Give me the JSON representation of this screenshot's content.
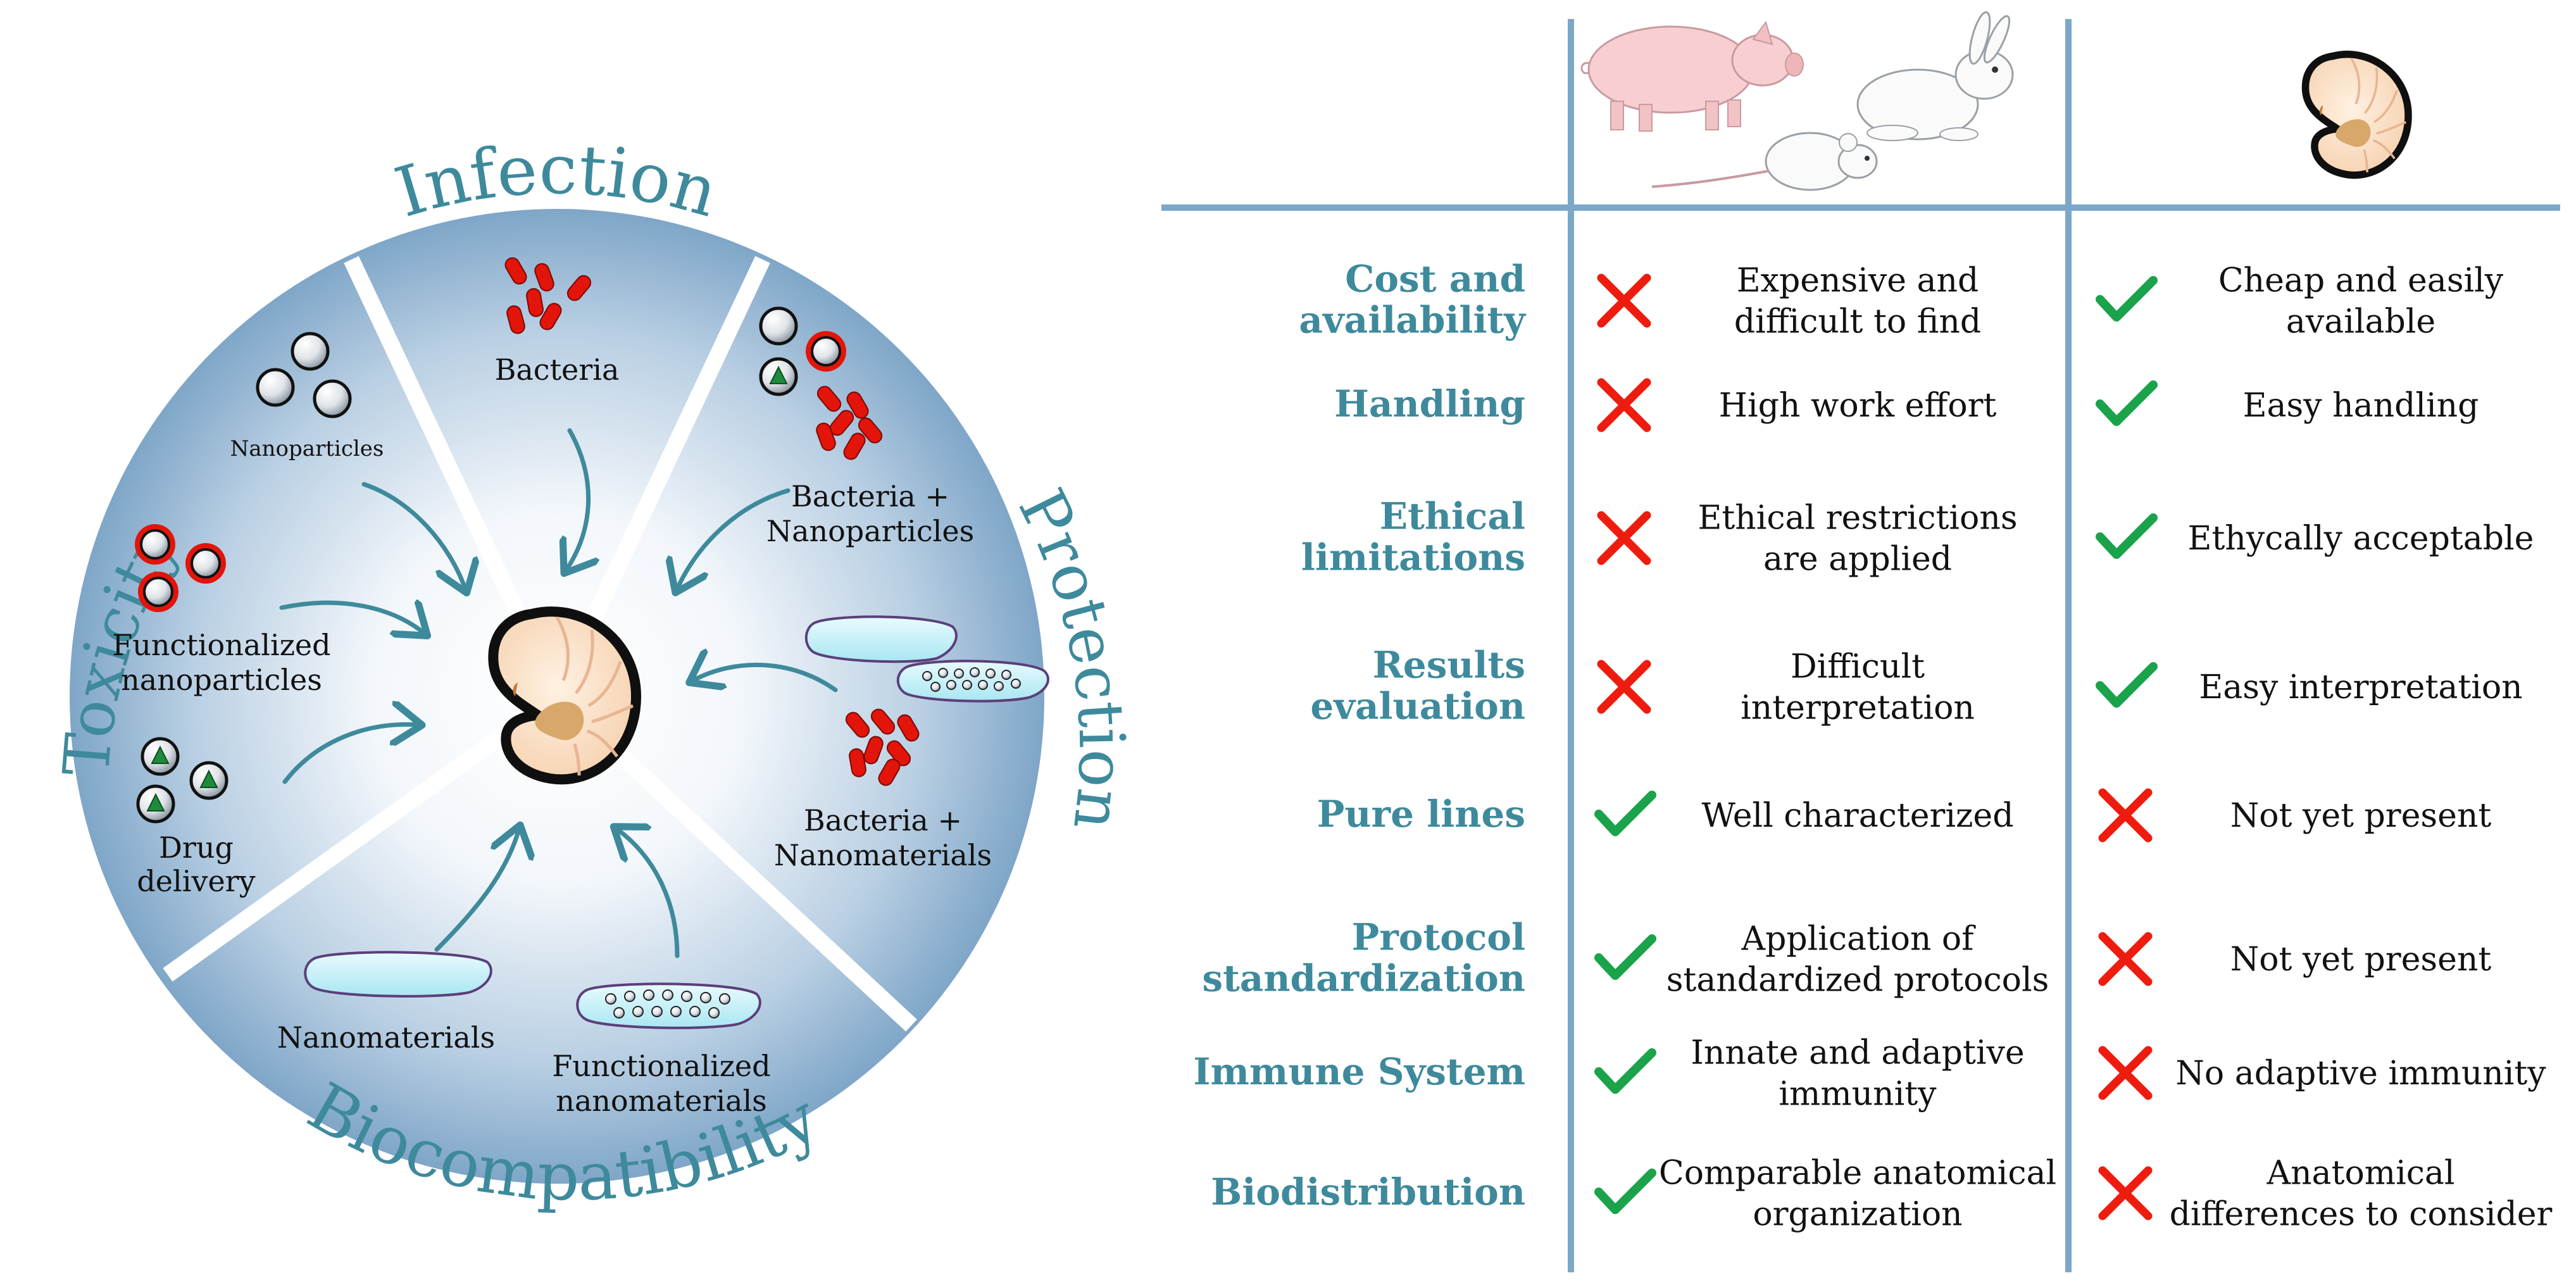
{
  "wheel": {
    "sectors": {
      "infection": "Infection",
      "protection": "Protection",
      "biocompatibility": "Biocompatibility",
      "toxicity": "Toxicity"
    },
    "labels": {
      "bacteria": "Bacteria",
      "nanoparticles": "Nanoparticles",
      "functionalized_np_1": "Functionalized",
      "functionalized_np_2": "nanoparticles",
      "drug_delivery_1": "Drug",
      "drug_delivery_2": "delivery",
      "bacteria_np_1": "Bacteria +",
      "bacteria_np_2": "Nanoparticles",
      "bacteria_nm_1": "Bacteria +",
      "bacteria_nm_2": "Nanomaterials",
      "nanomaterials": "Nanomaterials",
      "functionalized_nm_1": "Functionalized",
      "functionalized_nm_2": "nanomaterials"
    }
  },
  "table": {
    "rows": [
      {
        "title": [
          "Cost and",
          "availability"
        ],
        "mammal": {
          "mark": "cross",
          "text": [
            "Expensive and",
            "difficult to find"
          ]
        },
        "larva": {
          "mark": "check",
          "text": [
            "Cheap and easily",
            "available"
          ]
        }
      },
      {
        "title": [
          "Handling"
        ],
        "mammal": {
          "mark": "cross",
          "text": [
            "High work effort"
          ]
        },
        "larva": {
          "mark": "check",
          "text": [
            "Easy handling"
          ]
        }
      },
      {
        "title": [
          "Ethical",
          "limitations"
        ],
        "mammal": {
          "mark": "cross",
          "text": [
            "Ethical restrictions",
            "are applied"
          ]
        },
        "larva": {
          "mark": "check",
          "text": [
            "Ethycally acceptable"
          ]
        }
      },
      {
        "title": [
          "Results",
          "evaluation"
        ],
        "mammal": {
          "mark": "cross",
          "text": [
            "Difficult",
            "interpretation"
          ]
        },
        "larva": {
          "mark": "check",
          "text": [
            "Easy interpretation"
          ]
        }
      },
      {
        "title": [
          "Pure lines"
        ],
        "mammal": {
          "mark": "check",
          "text": [
            "Well characterized"
          ]
        },
        "larva": {
          "mark": "cross",
          "text": [
            "Not yet present"
          ]
        }
      },
      {
        "title": [
          "Protocol",
          "standardization"
        ],
        "mammal": {
          "mark": "check",
          "text": [
            "Application of",
            "standardized protocols"
          ]
        },
        "larva": {
          "mark": "cross",
          "text": [
            "Not yet present"
          ]
        }
      },
      {
        "title": [
          "Immune System"
        ],
        "mammal": {
          "mark": "check",
          "text": [
            "Innate and adaptive",
            "immunity"
          ]
        },
        "larva": {
          "mark": "cross",
          "text": [
            "No adaptive immunity"
          ]
        }
      },
      {
        "title": [
          "Biodistribution"
        ],
        "mammal": {
          "mark": "check",
          "text": [
            "Comparable anatomical",
            "organization"
          ]
        },
        "larva": {
          "mark": "cross",
          "text": [
            "Anatomical",
            "differences to consider"
          ]
        }
      }
    ]
  },
  "colors": {
    "accent": "#3e8a9c",
    "check": "#1aa34a",
    "cross": "#ee1c0e",
    "grid": "#7ba7c9",
    "bacteria": "#e3140a"
  },
  "icons": {
    "header_mammals": "pig-rabbit-mouse-icon",
    "header_larva": "larva-icon",
    "center": "larva-icon"
  }
}
